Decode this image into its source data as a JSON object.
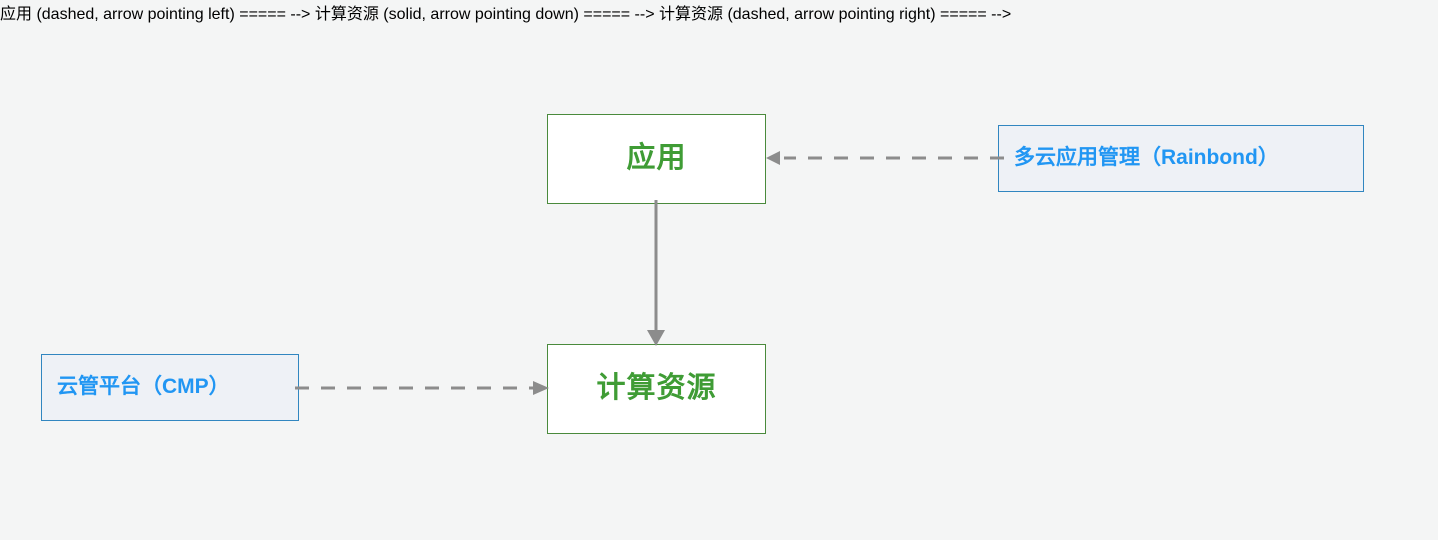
{
  "diagram": {
    "type": "flow-diagram",
    "background_color": "#f4f5f5",
    "nodes": [
      {
        "id": "app",
        "label": "应用",
        "shape": "rectangle",
        "text_color": "#3f9c35",
        "border_color": "#4a8a3c",
        "fill_color": "#ffffff"
      },
      {
        "id": "compute",
        "label": "计算资源",
        "shape": "rectangle",
        "text_color": "#3f9c35",
        "border_color": "#4a8a3c",
        "fill_color": "#ffffff"
      },
      {
        "id": "rainbond",
        "label": "多云应用管理（Rainbond）",
        "shape": "rectangle",
        "text_color": "#2196f3",
        "border_color": "#3186c0",
        "fill_color": "#eef1f6"
      },
      {
        "id": "cmp",
        "label": "云管平台（CMP）",
        "shape": "rectangle",
        "text_color": "#2196f3",
        "border_color": "#3186c0",
        "fill_color": "#eef1f6"
      }
    ],
    "edges": [
      {
        "id": "rainbond-to-app",
        "from": "rainbond",
        "to": "app",
        "style": "dashed",
        "direction": "left",
        "color": "#8c8c8c",
        "label": ""
      },
      {
        "id": "app-to-compute",
        "from": "app",
        "to": "compute",
        "style": "solid",
        "direction": "down",
        "color": "#8c8c8c",
        "label": ""
      },
      {
        "id": "cmp-to-compute",
        "from": "cmp",
        "to": "compute",
        "style": "dashed",
        "direction": "right",
        "color": "#8c8c8c",
        "label": ""
      }
    ]
  }
}
